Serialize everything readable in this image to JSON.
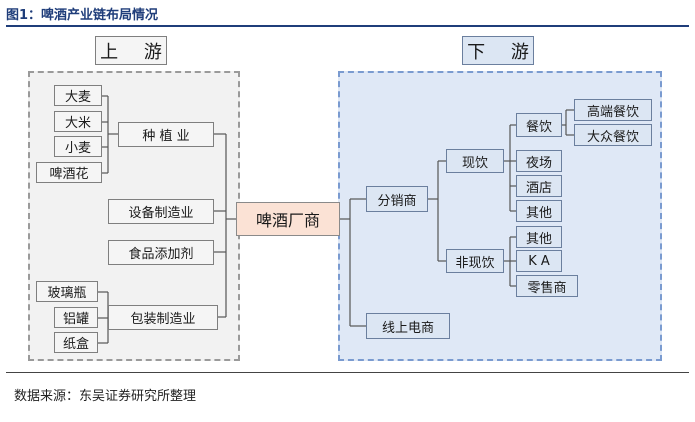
{
  "figure_title": "图1：啤酒产业链布局情况",
  "upstream": {
    "header": "上 游",
    "planting": {
      "label": "种 植 业",
      "children": [
        "大麦",
        "大米",
        "小麦",
        "啤酒花"
      ]
    },
    "equipment": "设备制造业",
    "additives": "食品添加剂",
    "packaging": {
      "label": "包装制造业",
      "children": [
        "玻璃瓶",
        "铝罐",
        "纸盒"
      ]
    }
  },
  "center": "啤酒厂商",
  "downstream": {
    "header": "下 游",
    "distributor": "分销商",
    "on_trade": {
      "label": "现饮",
      "dining": {
        "label": "餐饮",
        "children": [
          "高端餐饮",
          "大众餐饮"
        ]
      },
      "nightclub": "夜场",
      "hotel": "酒店",
      "other": "其他"
    },
    "off_trade": {
      "label": "非现饮",
      "children": [
        "其他",
        "K A",
        "零售商"
      ]
    },
    "online": "线上电商"
  },
  "source": "数据来源：东吴证券研究所整理"
}
